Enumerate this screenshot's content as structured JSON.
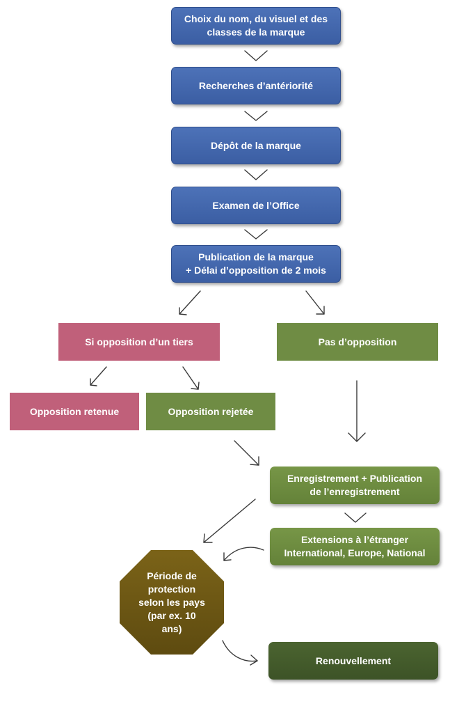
{
  "steps": {
    "choix": "Choix du nom, du visuel et des\nclasses de la marque",
    "recherches": "Recherches d’antériorité",
    "depot": "Dépôt de la marque",
    "examen": "Examen de l’Office",
    "publication": "Publication de la marque\n+ Délai d’opposition de 2 mois",
    "si_opposition": "Si opposition d’un tiers",
    "pas_opposition": "Pas d’opposition",
    "opposition_retenue": "Opposition retenue",
    "opposition_rejetee": "Opposition rejetée",
    "enregistrement": "Enregistrement + Publication\nde l’enregistrement",
    "extensions": "Extensions à l’étranger\nInternational, Europe, National",
    "periode": "Période de\nprotection\nselon les pays\n(par ex. 10\nans)",
    "renouvellement": "Renouvellement"
  },
  "colors": {
    "blue": "#3f62a7",
    "pink": "#c0607a",
    "green": "#6f8c44",
    "dark_green": "#435a2b",
    "brown": "#6e5814"
  }
}
